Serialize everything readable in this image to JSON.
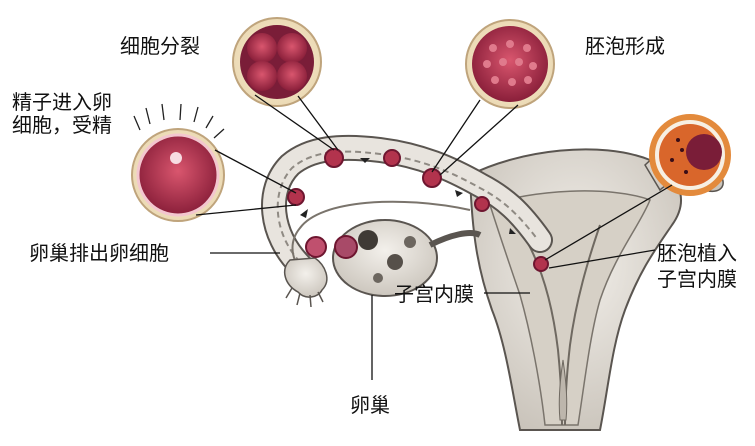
{
  "labels": {
    "cell_division": "细胞分裂",
    "blastocyst_formation": "胚泡形成",
    "fertilization_line1": "精子进入卵",
    "fertilization_line2": "细胞，受精",
    "ovulation": "卵巢排出卵细胞",
    "implantation_line1": "胚泡植入",
    "implantation_line2": "子宫内膜",
    "endometrium": "子宫内膜",
    "ovary": "卵巢"
  },
  "colors": {
    "cell_fill": "#b2334d",
    "cell_dark": "#6e1630",
    "cell_light": "#e07a8c",
    "tissue_fill": "#e6e2dc",
    "tissue_shade": "#a9a39b",
    "tissue_dark": "#5a5550",
    "leader_line": "#111111",
    "blastocyst_shell": "#e38a3c"
  }
}
